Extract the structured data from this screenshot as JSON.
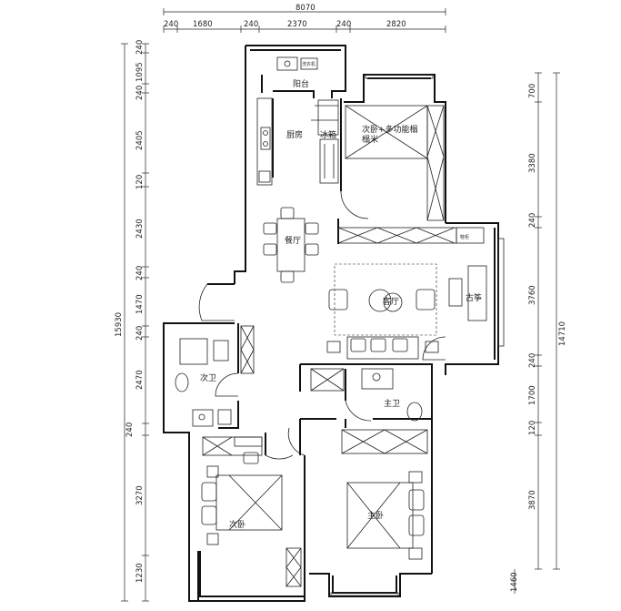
{
  "dimensions": {
    "top_total": "8070",
    "top": [
      "240",
      "1680",
      "240",
      "2370",
      "240",
      "2820"
    ],
    "left_total": "15930",
    "left": [
      "240",
      "1095",
      "240",
      "2405",
      "120",
      "2430",
      "240",
      "1470",
      "240",
      "2470",
      "240",
      "3270",
      "1230"
    ],
    "right_total": "14710",
    "right": [
      "700",
      "3380",
      "240",
      "3760",
      "240",
      "1700",
      "120",
      "3870"
    ],
    "bottom": "1460"
  },
  "rooms": {
    "balcony": "阳台",
    "kitchen": "厨房",
    "fridge": "冰箱",
    "second_bedroom_multi_line1": "次卧+多功能榻",
    "second_bedroom_multi_line2": "榻米",
    "dining": "餐厅",
    "living": "客厅",
    "guzheng": "古筝",
    "second_bath": "次卫",
    "master_bath": "主卫",
    "second_bedroom": "次卧",
    "master_bedroom": "主卧",
    "cabinet_mark": "鞋柜"
  },
  "fixtures": {
    "washer_label": "洗衣机"
  }
}
